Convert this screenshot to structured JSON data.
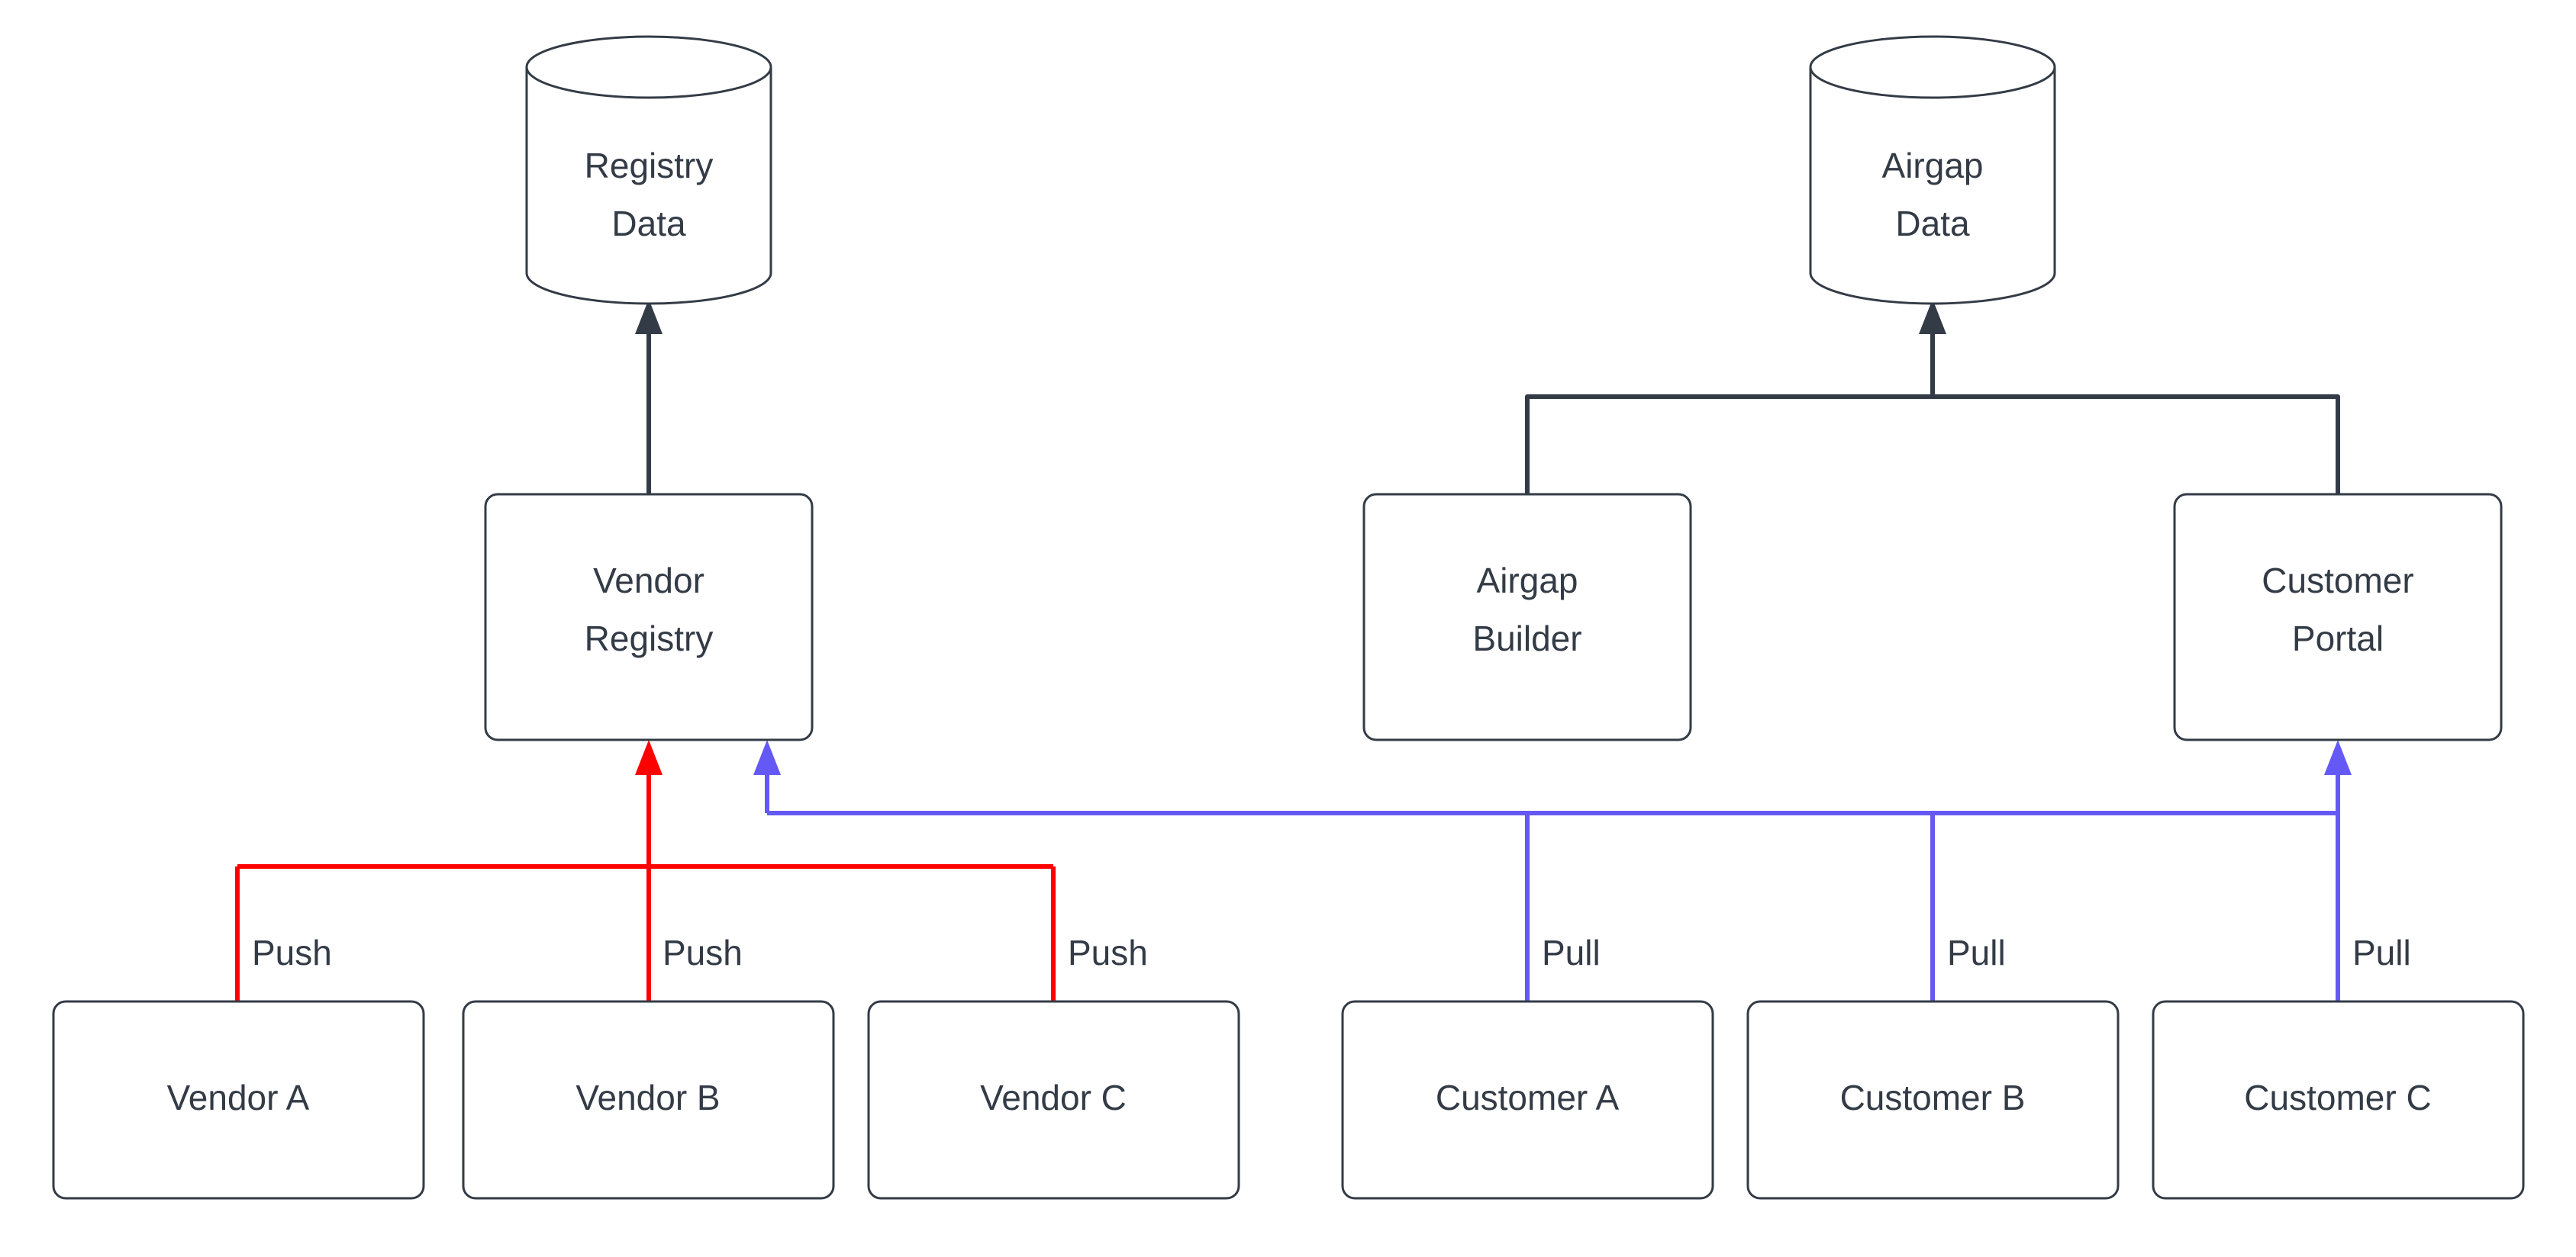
{
  "diagram": {
    "background_color": "#ffffff",
    "stroke_color": "#333b46",
    "push_color": "#ff0000",
    "pull_color": "#6459f5",
    "nodes": {
      "registry_data": {
        "line1": "Registry",
        "line2": "Data",
        "shape": "cylinder"
      },
      "airgap_data": {
        "line1": "Airgap",
        "line2": "Data",
        "shape": "cylinder"
      },
      "vendor_registry": {
        "line1": "Vendor",
        "line2": "Registry",
        "shape": "box"
      },
      "airgap_builder": {
        "line1": "Airgap",
        "line2": "Builder",
        "shape": "box"
      },
      "customer_portal": {
        "line1": "Customer",
        "line2": "Portal",
        "shape": "box"
      },
      "vendor_a": {
        "label": "Vendor A",
        "shape": "box"
      },
      "vendor_b": {
        "label": "Vendor B",
        "shape": "box"
      },
      "vendor_c": {
        "label": "Vendor C",
        "shape": "box"
      },
      "customer_a": {
        "label": "Customer A",
        "shape": "box"
      },
      "customer_b": {
        "label": "Customer B",
        "shape": "box"
      },
      "customer_c": {
        "label": "Customer C",
        "shape": "box"
      }
    },
    "edge_labels": {
      "push_a": "Push",
      "push_b": "Push",
      "push_c": "Push",
      "pull_a": "Pull",
      "pull_b": "Pull",
      "pull_c": "Pull"
    }
  }
}
